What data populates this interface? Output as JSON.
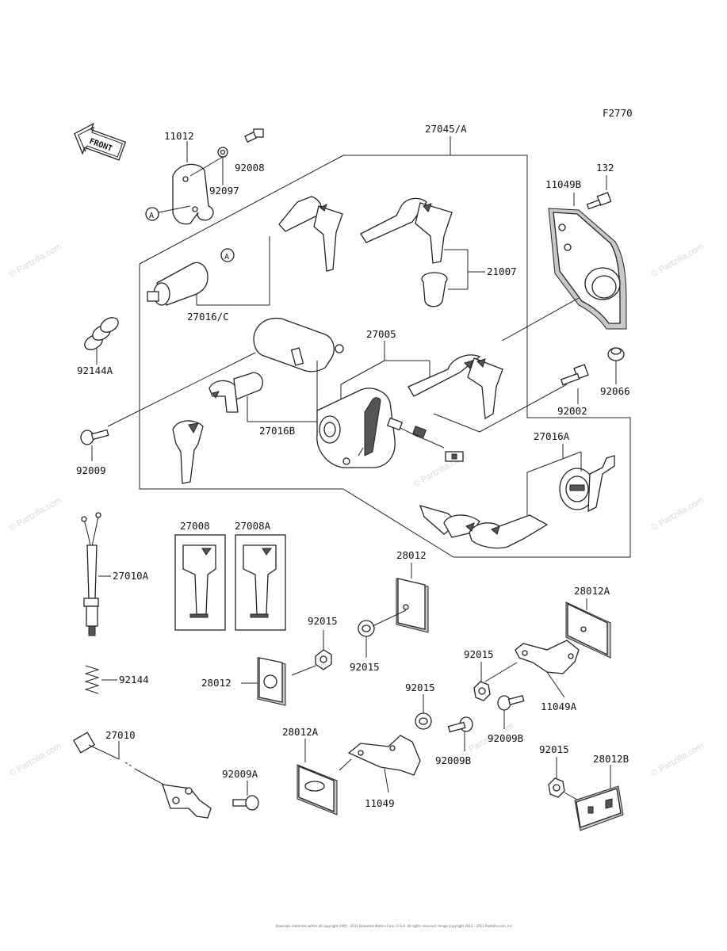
{
  "figure_code": "F2770",
  "front_label": "FRONT",
  "watermark": "© Partzilla.com",
  "copyright": "Kawasaki materials within all copyright 1995 - 2011 Kawasaki Motors Corp. U.S.A. All rights reserved. Image copyright 2011 - 2011 Partzilla.com, Inc.",
  "labels": {
    "p11012": "11012",
    "p92008": "92008",
    "p92097": "92097",
    "p27045A": "27045/A",
    "p132": "132",
    "p11049B": "11049B",
    "p21007": "21007",
    "p27016C": "27016/C",
    "p92144A": "92144A",
    "p27005": "27005",
    "p92066": "92066",
    "p92002": "92002",
    "p27016B": "27016B",
    "p92009": "92009",
    "p27016A": "27016A",
    "p27008": "27008",
    "p27008A": "27008A",
    "p28012_top": "28012",
    "p27010A": "27010A",
    "p28012A_right": "28012A",
    "p92015_a": "92015",
    "p92015_b": "92015",
    "p92015_c": "92015",
    "p28012_left": "28012",
    "p92144": "92144",
    "p11049A": "11049A",
    "p92015_d": "92015",
    "p92009B_a": "92009B",
    "p27010": "27010",
    "p28012A_left": "28012A",
    "p92009B_b": "92009B",
    "p92015_e": "92015",
    "p28012B": "28012B",
    "p92009A": "92009A",
    "p11049": "11049",
    "callout_A": "A"
  }
}
